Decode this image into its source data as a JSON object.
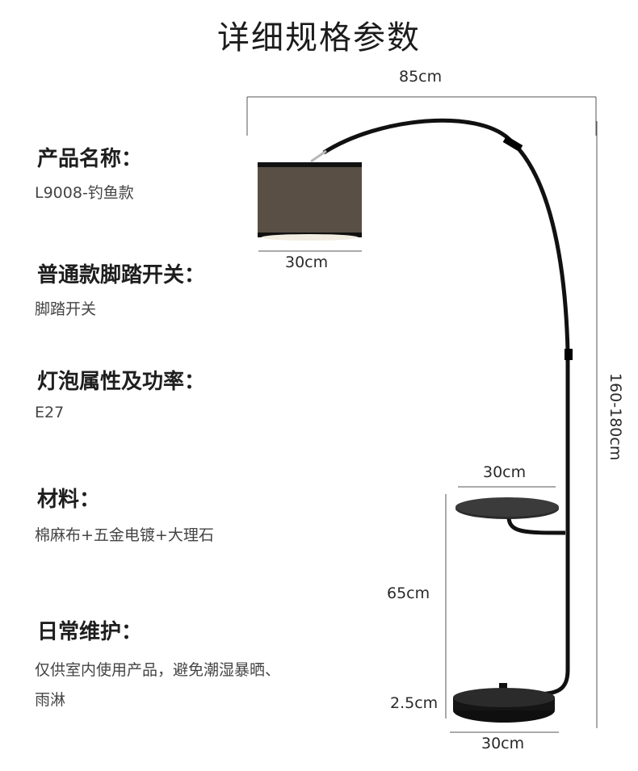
{
  "page": {
    "title": "详细规格参数"
  },
  "specs": [
    {
      "label": "产品名称：",
      "value": "L9008-钓鱼款"
    },
    {
      "label": "普通款脚踏开关：",
      "value": "脚踏开关"
    },
    {
      "label": "灯泡属性及功率：",
      "value": "E27"
    },
    {
      "label": "材料：",
      "value": "棉麻布+五金电镀+大理石"
    },
    {
      "label": "日常维护：",
      "value": "仅供室内使用产品，避免潮湿暴晒、雨淋"
    }
  ],
  "dimensions": {
    "total_width": "85cm",
    "shade_diameter": "30cm",
    "height": "160-180cm",
    "tray_diameter": "30cm",
    "tray_height": "65cm",
    "base_thickness": "2.5cm",
    "base_diameter": "30cm"
  },
  "colors": {
    "lamp_body": "#111111",
    "shade": "#5a4f44",
    "shade_inner": "#f3ede2",
    "dimension_line": "#555555"
  }
}
